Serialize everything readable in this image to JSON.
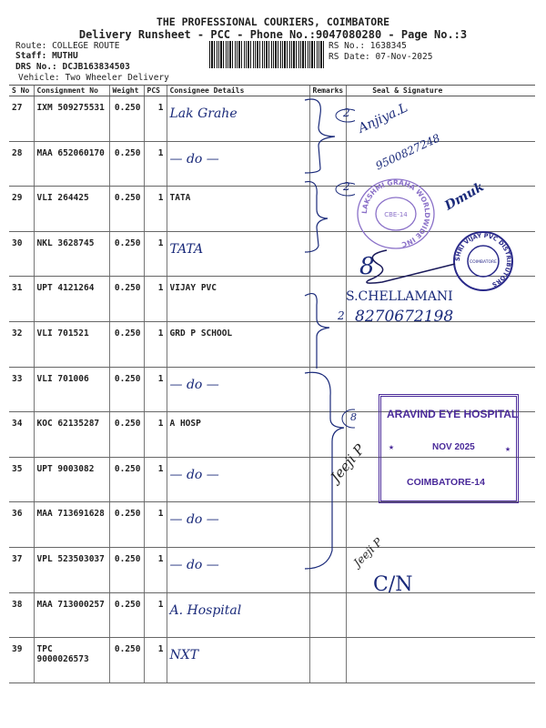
{
  "header": {
    "company": "THE PROFESSIONAL COURIERS, COIMBATORE",
    "subtitle": "Delivery Runsheet - PCC - Phone No.:9047080280 - Page No.:3",
    "route_label": "Route:",
    "route": "COLLEGE ROUTE",
    "staff_label": "Staff:",
    "staff": "MUTHU",
    "drs_label": "DRS No.:",
    "drs": "DCJB163834503",
    "vehicle_label": "Vehicle:",
    "vehicle": "Two Wheeler Delivery",
    "rs_no_label": "RS No.:",
    "rs_no": "1638345",
    "rs_date_label": "RS Date:",
    "rs_date": "07-Nov-2025"
  },
  "table": {
    "columns": [
      "S No",
      "Consignment No",
      "Weight",
      "PCS",
      "Consignee Details",
      "Remarks",
      "Seal & Signature"
    ],
    "rows": [
      {
        "sno": "27",
        "consignment": "IXM 509275531",
        "weight": "0.250",
        "pcs": "1",
        "consignee": "Lak Grahe",
        "handwritten": true
      },
      {
        "sno": "28",
        "consignment": "MAA 652060170",
        "weight": "0.250",
        "pcs": "1",
        "consignee": "— do —",
        "handwritten": true
      },
      {
        "sno": "29",
        "consignment": "VLI 264425",
        "weight": "0.250",
        "pcs": "1",
        "consignee": "TATA",
        "handwritten": false
      },
      {
        "sno": "30",
        "consignment": "NKL 3628745",
        "weight": "0.250",
        "pcs": "1",
        "consignee": "TATA",
        "handwritten": true
      },
      {
        "sno": "31",
        "consignment": "UPT 4121264",
        "weight": "0.250",
        "pcs": "1",
        "consignee": "VIJAY  PVC",
        "handwritten": false
      },
      {
        "sno": "32",
        "consignment": "VLI 701521",
        "weight": "0.250",
        "pcs": "1",
        "consignee": "GRD  P SCHOOL",
        "handwritten": false
      },
      {
        "sno": "33",
        "consignment": "VLI 701006",
        "weight": "0.250",
        "pcs": "1",
        "consignee": "— do —",
        "handwritten": true
      },
      {
        "sno": "34",
        "consignment": "KOC 62135287",
        "weight": "0.250",
        "pcs": "1",
        "consignee": "A HOSP",
        "handwritten": false
      },
      {
        "sno": "35",
        "consignment": "UPT 9003082",
        "weight": "0.250",
        "pcs": "1",
        "consignee": "— do —",
        "handwritten": true
      },
      {
        "sno": "36",
        "consignment": "MAA 713691628",
        "weight": "0.250",
        "pcs": "1",
        "consignee": "— do —",
        "handwritten": true
      },
      {
        "sno": "37",
        "consignment": "VPL 523503037",
        "weight": "0.250",
        "pcs": "1",
        "consignee": "— do —",
        "handwritten": true
      },
      {
        "sno": "38",
        "consignment": "MAA 713000257",
        "weight": "0.250",
        "pcs": "1",
        "consignee": "A. Hospital",
        "handwritten": true
      },
      {
        "sno": "39",
        "consignment": "TPC 9000026573",
        "weight": "0.250",
        "pcs": "1",
        "consignee": "NXT",
        "handwritten": true
      }
    ]
  },
  "remarks": {
    "group1_count": "2",
    "group2_count": "2",
    "group3_count": "8",
    "group4_count": "2",
    "group5_count": "8"
  },
  "signatures": {
    "sig1_name": "Anjiya.L",
    "sig1_phone": "9500827248",
    "sig2": "Dmuk",
    "sig3_name": "S.CHELLAMANI",
    "sig3_phone": "8270672198",
    "sig4": "Jeeji P",
    "sig5": "Jeeji P",
    "sig6": "C/N"
  },
  "stamps": {
    "stamp1_ring": "LAKSHMI GRAHA WORLDWIDE INC",
    "stamp1_center": "CBE-14",
    "stamp2_ring": "SHRI VIJAY PVC DISTRIBUTORS",
    "stamp2_center": "COIMBATORE",
    "stamp3_name": "ARAVIND EYE HOSPITAL",
    "stamp3_date": "NOV 2025",
    "stamp3_city": "COIMBATORE-14"
  },
  "colors": {
    "ink": "#1a2a7a",
    "stamp": "#5a3fa8"
  }
}
